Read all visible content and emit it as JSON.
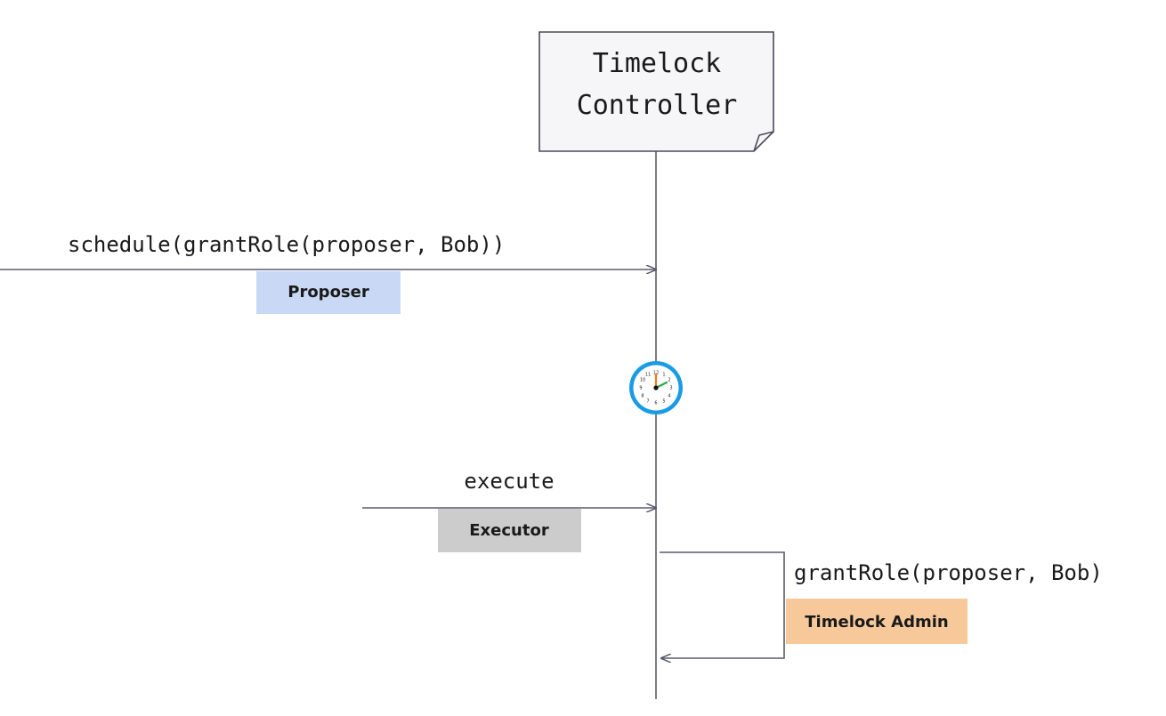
{
  "participant": {
    "line1": "Timelock",
    "line2": "Controller"
  },
  "messages": {
    "schedule": {
      "call": "schedule(grantRole(proposer, Bob))",
      "role": "Proposer",
      "role_color": "#c9d9f5"
    },
    "execute": {
      "call": "execute",
      "role": "Executor",
      "role_color": "#cccccc"
    },
    "grant": {
      "call": "grantRole(proposer, Bob)",
      "role": "Timelock Admin",
      "role_color": "#f7c99a"
    }
  },
  "delay": {
    "icon": "clock-icon",
    "numbers": [
      "12",
      "1",
      "2",
      "3",
      "4",
      "5",
      "6",
      "7",
      "8",
      "9",
      "10",
      "11"
    ],
    "ring_color": "#1a9be6"
  },
  "colors": {
    "line": "#5a5a6e",
    "box_fill": "#f6f6f8"
  }
}
